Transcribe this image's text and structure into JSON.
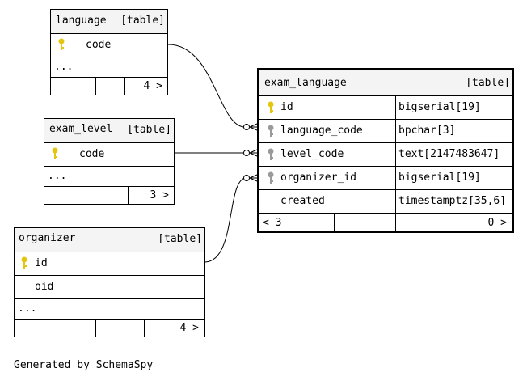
{
  "tables": {
    "language": {
      "name": "language",
      "kind": "[table]",
      "columns": [
        {
          "name": "code",
          "key": "primary"
        }
      ],
      "ellipsis": "...",
      "footer": {
        "left": "",
        "mid": "",
        "right": "4 >"
      }
    },
    "exam_level": {
      "name": "exam_level",
      "kind": "[table]",
      "columns": [
        {
          "name": "code",
          "key": "primary"
        }
      ],
      "ellipsis": "...",
      "footer": {
        "left": "",
        "mid": "",
        "right": "3 >"
      }
    },
    "organizer": {
      "name": "organizer",
      "kind": "[table]",
      "columns": [
        {
          "name": "id",
          "key": "primary"
        },
        {
          "name": "oid",
          "key": ""
        }
      ],
      "ellipsis": "...",
      "footer": {
        "left": "",
        "mid": "",
        "right": "4 >"
      }
    },
    "exam_language": {
      "name": "exam_language",
      "kind": "[table]",
      "columns": [
        {
          "name": "id",
          "type": "bigserial[19]",
          "key": "primary"
        },
        {
          "name": "language_code",
          "type": "bpchar[3]",
          "key": "foreign"
        },
        {
          "name": "level_code",
          "type": "text[2147483647]",
          "key": "foreign"
        },
        {
          "name": "organizer_id",
          "type": "bigserial[19]",
          "key": "foreign"
        },
        {
          "name": "created",
          "type": "timestamptz[35,6]",
          "key": ""
        }
      ],
      "footer": {
        "left": "< 3",
        "mid": "",
        "right": "0 >"
      }
    }
  },
  "relationships": [
    {
      "from": "language.code",
      "to": "exam_language.language_code"
    },
    {
      "from": "exam_level.code",
      "to": "exam_language.level_code"
    },
    {
      "from": "organizer.id",
      "to": "exam_language.organizer_id"
    }
  ],
  "colors": {
    "primary_key": "#e5c60f",
    "foreign_key": "#9a9a9a",
    "header_bg": "#f4f4f4"
  },
  "generated_by": "Generated by SchemaSpy"
}
